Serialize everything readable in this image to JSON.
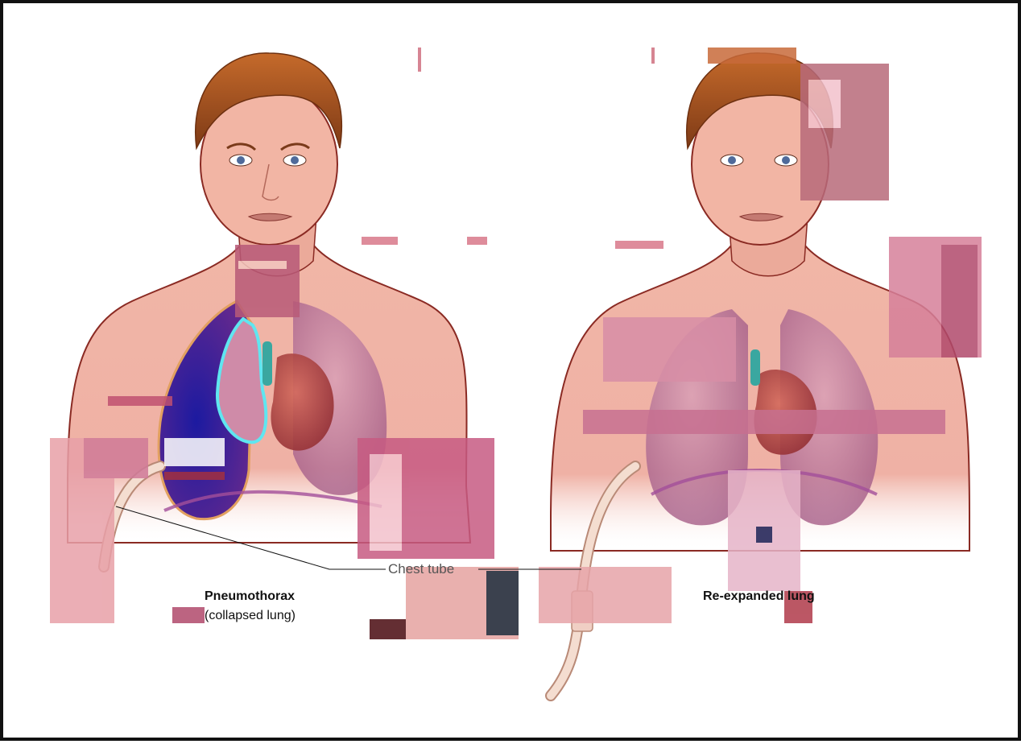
{
  "labels": {
    "chest_tube": "Chest tube",
    "pneumothorax": "Pneumothorax",
    "collapsed_lung": "(collapsed lung)",
    "reexpanded_lung": "Re-expanded lung"
  },
  "colors": {
    "skin": "#f2b8a8",
    "skin_shadow": "#d98d84",
    "outline": "#8a2a23",
    "hair": "#a0521f",
    "lung": "#c9809a",
    "lung_dark": "#9c4f78",
    "air_space": "#3a1a8c",
    "heart": "#b23a3a",
    "collapsed_lung_outline": "#5fe6f0",
    "pleura_outline": "#e2a060",
    "diaphragm": "#a24f9a",
    "tube": "#f4ddd0",
    "tube_edge": "#b98a77",
    "border": "#111111"
  }
}
